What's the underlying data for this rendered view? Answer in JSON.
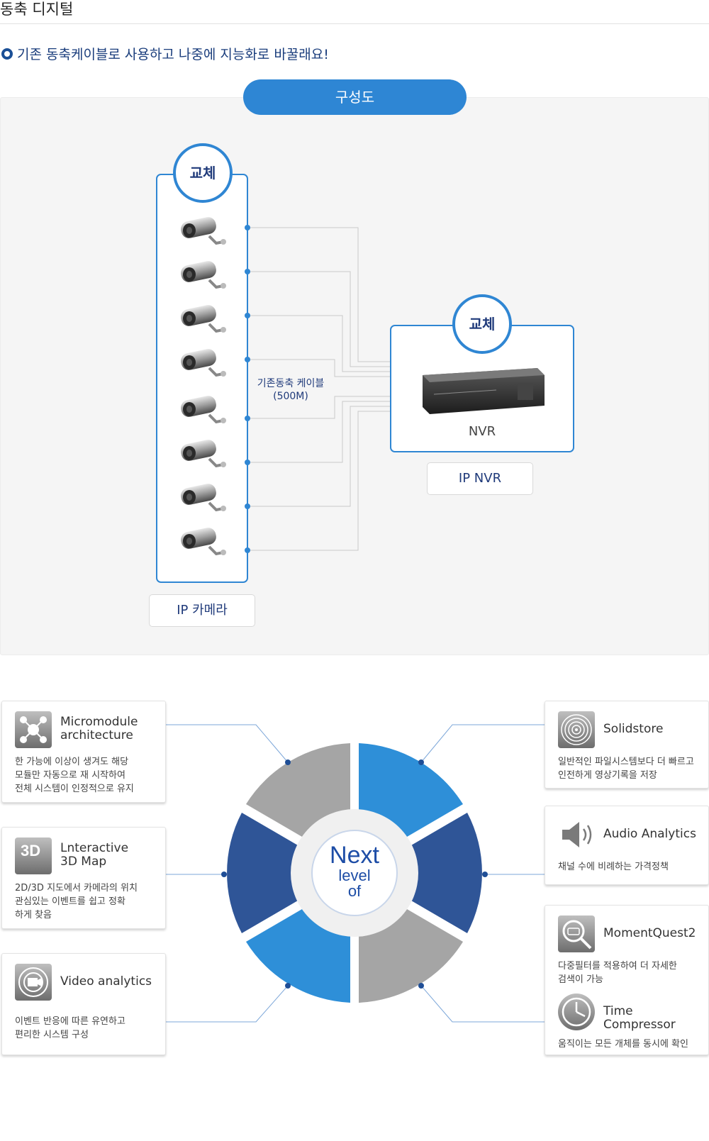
{
  "page": {
    "title": "동축 디지털",
    "subheading": "기존 동축케이블로 사용하고 나중에 지능화로 바꿀래요!"
  },
  "diagram": {
    "section_title": "구성도",
    "camera_badge": "교체",
    "nvr_badge": "교체",
    "cable_label_line1": "기존동축 케이블",
    "cable_label_line2": "(500M)",
    "nvr_device_label": "NVR",
    "nvr_caption": "IP NVR",
    "camera_caption": "IP 카메라"
  },
  "hub": {
    "line1": "Next",
    "line2": "level",
    "line3": "of"
  },
  "features": {
    "micromodule": {
      "title_line1": "Micromodule",
      "title_line2": "architecture",
      "desc_line1": "한 가능에 이상이 생겨도 해당",
      "desc_line2": "모듈만 자동으로 재 시작하여",
      "desc_line3": "전체 시스템이 인정적으로 유지"
    },
    "map3d": {
      "icon_text": "3D",
      "title_line1": "Lnteractive",
      "title_line2": "3D Map",
      "desc_line1": "2D/3D 지도에서 카메라의 위치",
      "desc_line2": "관심있는 이벤트를 쉽고 정확",
      "desc_line3": "하게 찾음"
    },
    "video": {
      "title": "Video analytics",
      "desc_line1": "이벤트 반응에 따른 유연하고",
      "desc_line2": "편리한 시스템 구성"
    },
    "solidstore": {
      "title": "Solidstore",
      "desc_line1": "일반적인 파일시스템보다 더 빠르고",
      "desc_line2": "인전하게 영상기록을 저장"
    },
    "audio": {
      "title": "Audio Analytics",
      "desc_line1": "채널 수에 비례하는 가격정책"
    },
    "moment": {
      "title": "MomentQuest2",
      "desc_line1": "다중필터를 적용하여 더 자세한",
      "desc_line2": "검색이 가능"
    },
    "time": {
      "title": "Time Compressor",
      "desc_line1": "움직이는 모든 개체를 동시에 확인"
    }
  },
  "colors": {
    "accent_blue": "#2e86d4",
    "navy": "#2f5597",
    "gray_segment": "#a5a5a5",
    "text_navy": "#1f3a7a"
  }
}
